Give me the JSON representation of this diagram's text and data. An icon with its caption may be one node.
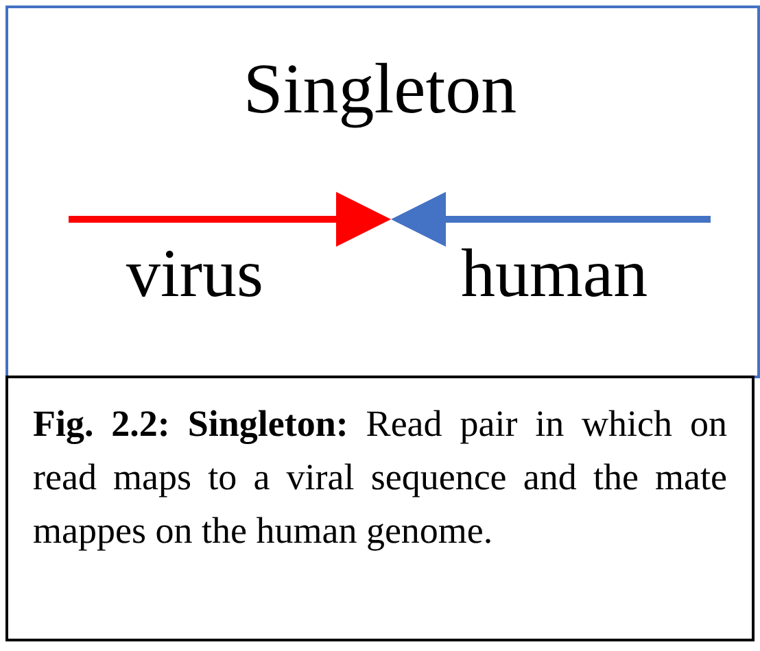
{
  "diagram": {
    "title": "Singleton",
    "labels": [
      "virus",
      "human"
    ],
    "caption": "**Fig. 2.2: Singleton:** Read pair in which on read maps to a viral sequence and the mate mappes on the human genome."
  }
}
